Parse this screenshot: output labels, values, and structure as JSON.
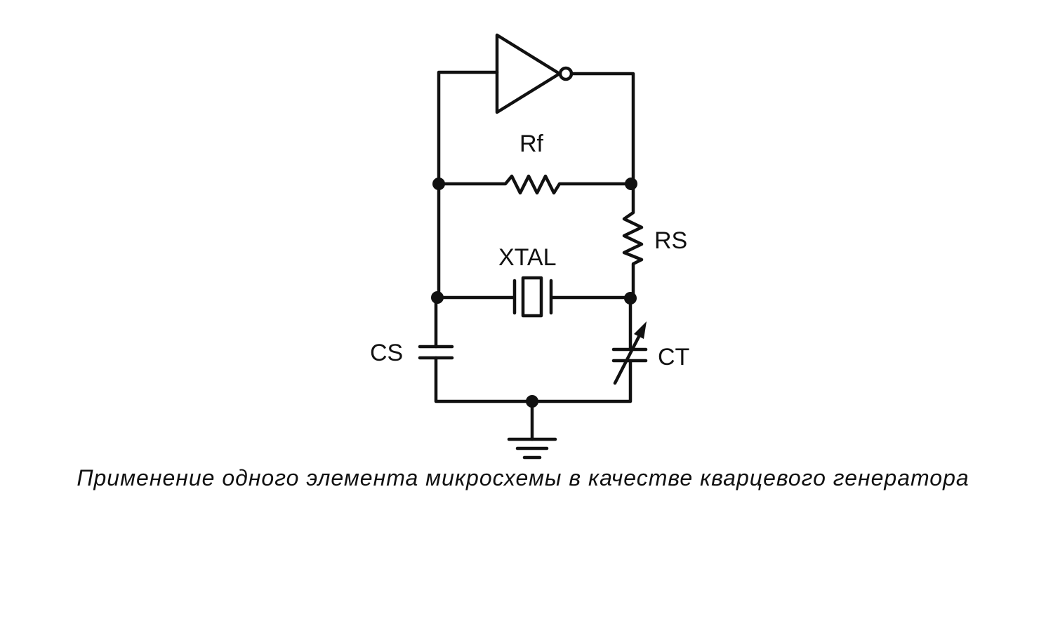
{
  "labels": {
    "feedback_resistor": "Rf",
    "series_resistor": "RS",
    "crystal": "XTAL",
    "load_capacitor": "CS",
    "trimmer_capacitor": "CT"
  },
  "caption": "Применение одного элемента микросхемы в качестве кварцевого генератора",
  "colors": {
    "ink": "#111111",
    "background": "#ffffff"
  }
}
